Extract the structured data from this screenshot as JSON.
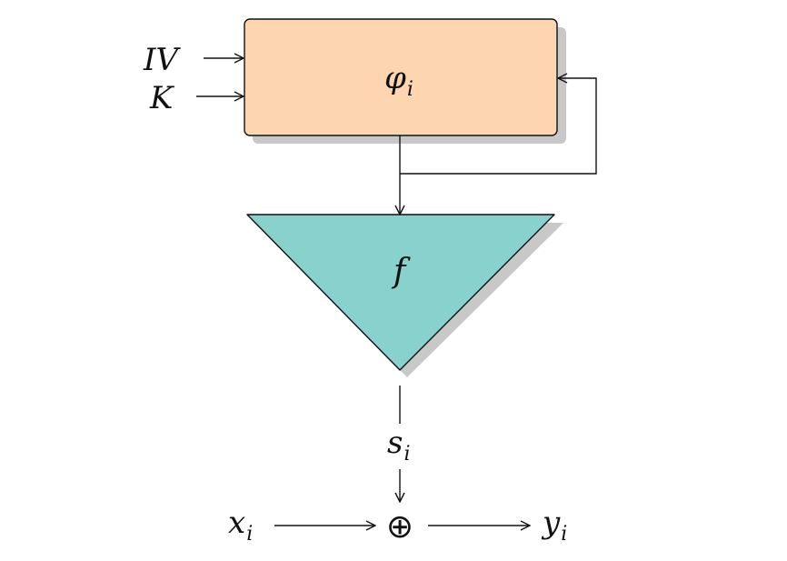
{
  "inputs": {
    "iv": "IV",
    "key": "K"
  },
  "state_block": {
    "symbol": "φ",
    "subscript": "i",
    "fill_color": "#fdd5b1"
  },
  "function_block": {
    "symbol": "f",
    "fill_color": "#88d1cd"
  },
  "keystream": {
    "symbol": "s",
    "subscript": "i"
  },
  "plaintext": {
    "symbol": "x",
    "subscript": "i"
  },
  "xor": {
    "symbol": "⊕"
  },
  "ciphertext": {
    "symbol": "y",
    "subscript": "i"
  },
  "colors": {
    "stroke": "#111111",
    "shadow": "#c8c8c8"
  }
}
